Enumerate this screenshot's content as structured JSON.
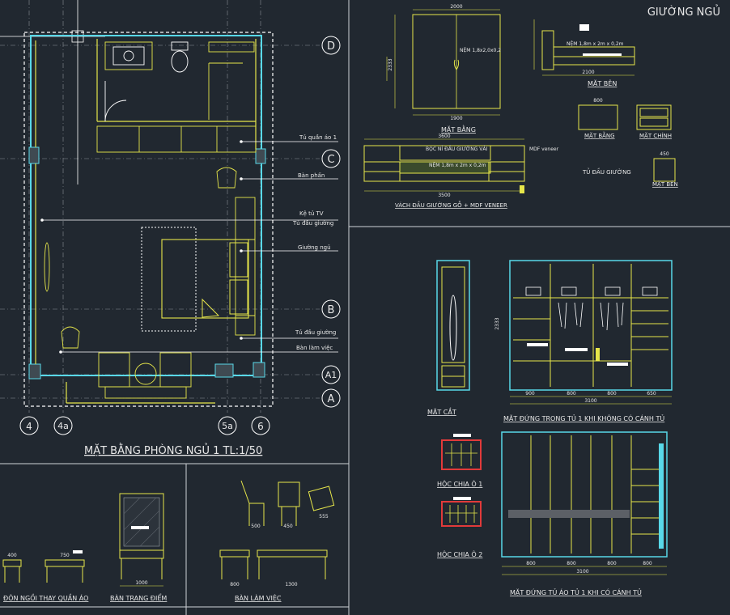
{
  "sheet_title": "GIƯỜNG NGỦ",
  "plan": {
    "title": "MẶT BẰNG PHÒNG NGỦ 1 TL:1/50",
    "grid_axes_right": [
      "D",
      "C",
      "B",
      "A1",
      "A"
    ],
    "grid_axes_bottom": [
      "4",
      "4a",
      "5a",
      "6"
    ],
    "callouts": [
      "Tủ quần áo 1",
      "Bàn phấn",
      "Kệ tủ TV",
      "Tủ đầu giường",
      "Giường ngủ",
      "Tủ đầu giường",
      "Bàn làm việc"
    ]
  },
  "bed": {
    "top_view_label": "MẶT BẰNG",
    "side_view_label": "MẶT BÊN",
    "top_dims": {
      "width": "2000",
      "depth": "1900",
      "height": "2333"
    },
    "mattress_note": "NỆM 1,8x2,0x0,2",
    "side_note": "NỆM 1,8m x 2m x 0,2m",
    "side_dims": {
      "length": "2100"
    }
  },
  "headboard": {
    "label": "VÁCH ĐẦU GIƯỜNG GỖ + MDF VENEER",
    "top_dim": "3600",
    "bottom_dim": "3500",
    "notes": [
      "BỌC NỈ ĐẦU GIƯỜNG VẢI",
      "MDF veneer",
      "NỆM 1,8m x 2m x 0,2m"
    ]
  },
  "nightstand": {
    "title": "TỦ ĐẦU GIƯỜNG",
    "views": [
      "MẶT BẰNG",
      "MẶT CHÍNH",
      "MẶT BÊN"
    ],
    "dims": [
      "800",
      "450"
    ]
  },
  "wardrobe": {
    "section_label": "MẶT CẮT",
    "inner_elev_label": "MẶT ĐỨNG TRONG TỦ 1 KHI KHÔNG CÓ CÁNH TỦ",
    "outer_elev_label": "MẶT ĐỨNG TỦ ÁO TỦ 1 KHI CÓ CÁNH TỦ",
    "inner_dims": [
      "900",
      "800",
      "800",
      "650"
    ],
    "outer_dims": [
      "800",
      "800",
      "800",
      "800"
    ],
    "total_width": "3100",
    "height": "2333"
  },
  "drawers": {
    "labels": [
      "HỘC CHIA Ô 1",
      "HỘC CHIA Ô 2"
    ]
  },
  "bottom_panels": {
    "stool_label": "ĐÔN NGỒI THAY QUẦN ÁO",
    "vanity_label": "BÀN TRANG ĐIỂM",
    "desk_label": "BÀN LÀM VIỆC",
    "stool_dims": [
      "400",
      "750"
    ],
    "vanity_dims": [
      "1000"
    ],
    "desk_dims": [
      "800",
      "1300",
      "500",
      "450",
      "555"
    ]
  }
}
